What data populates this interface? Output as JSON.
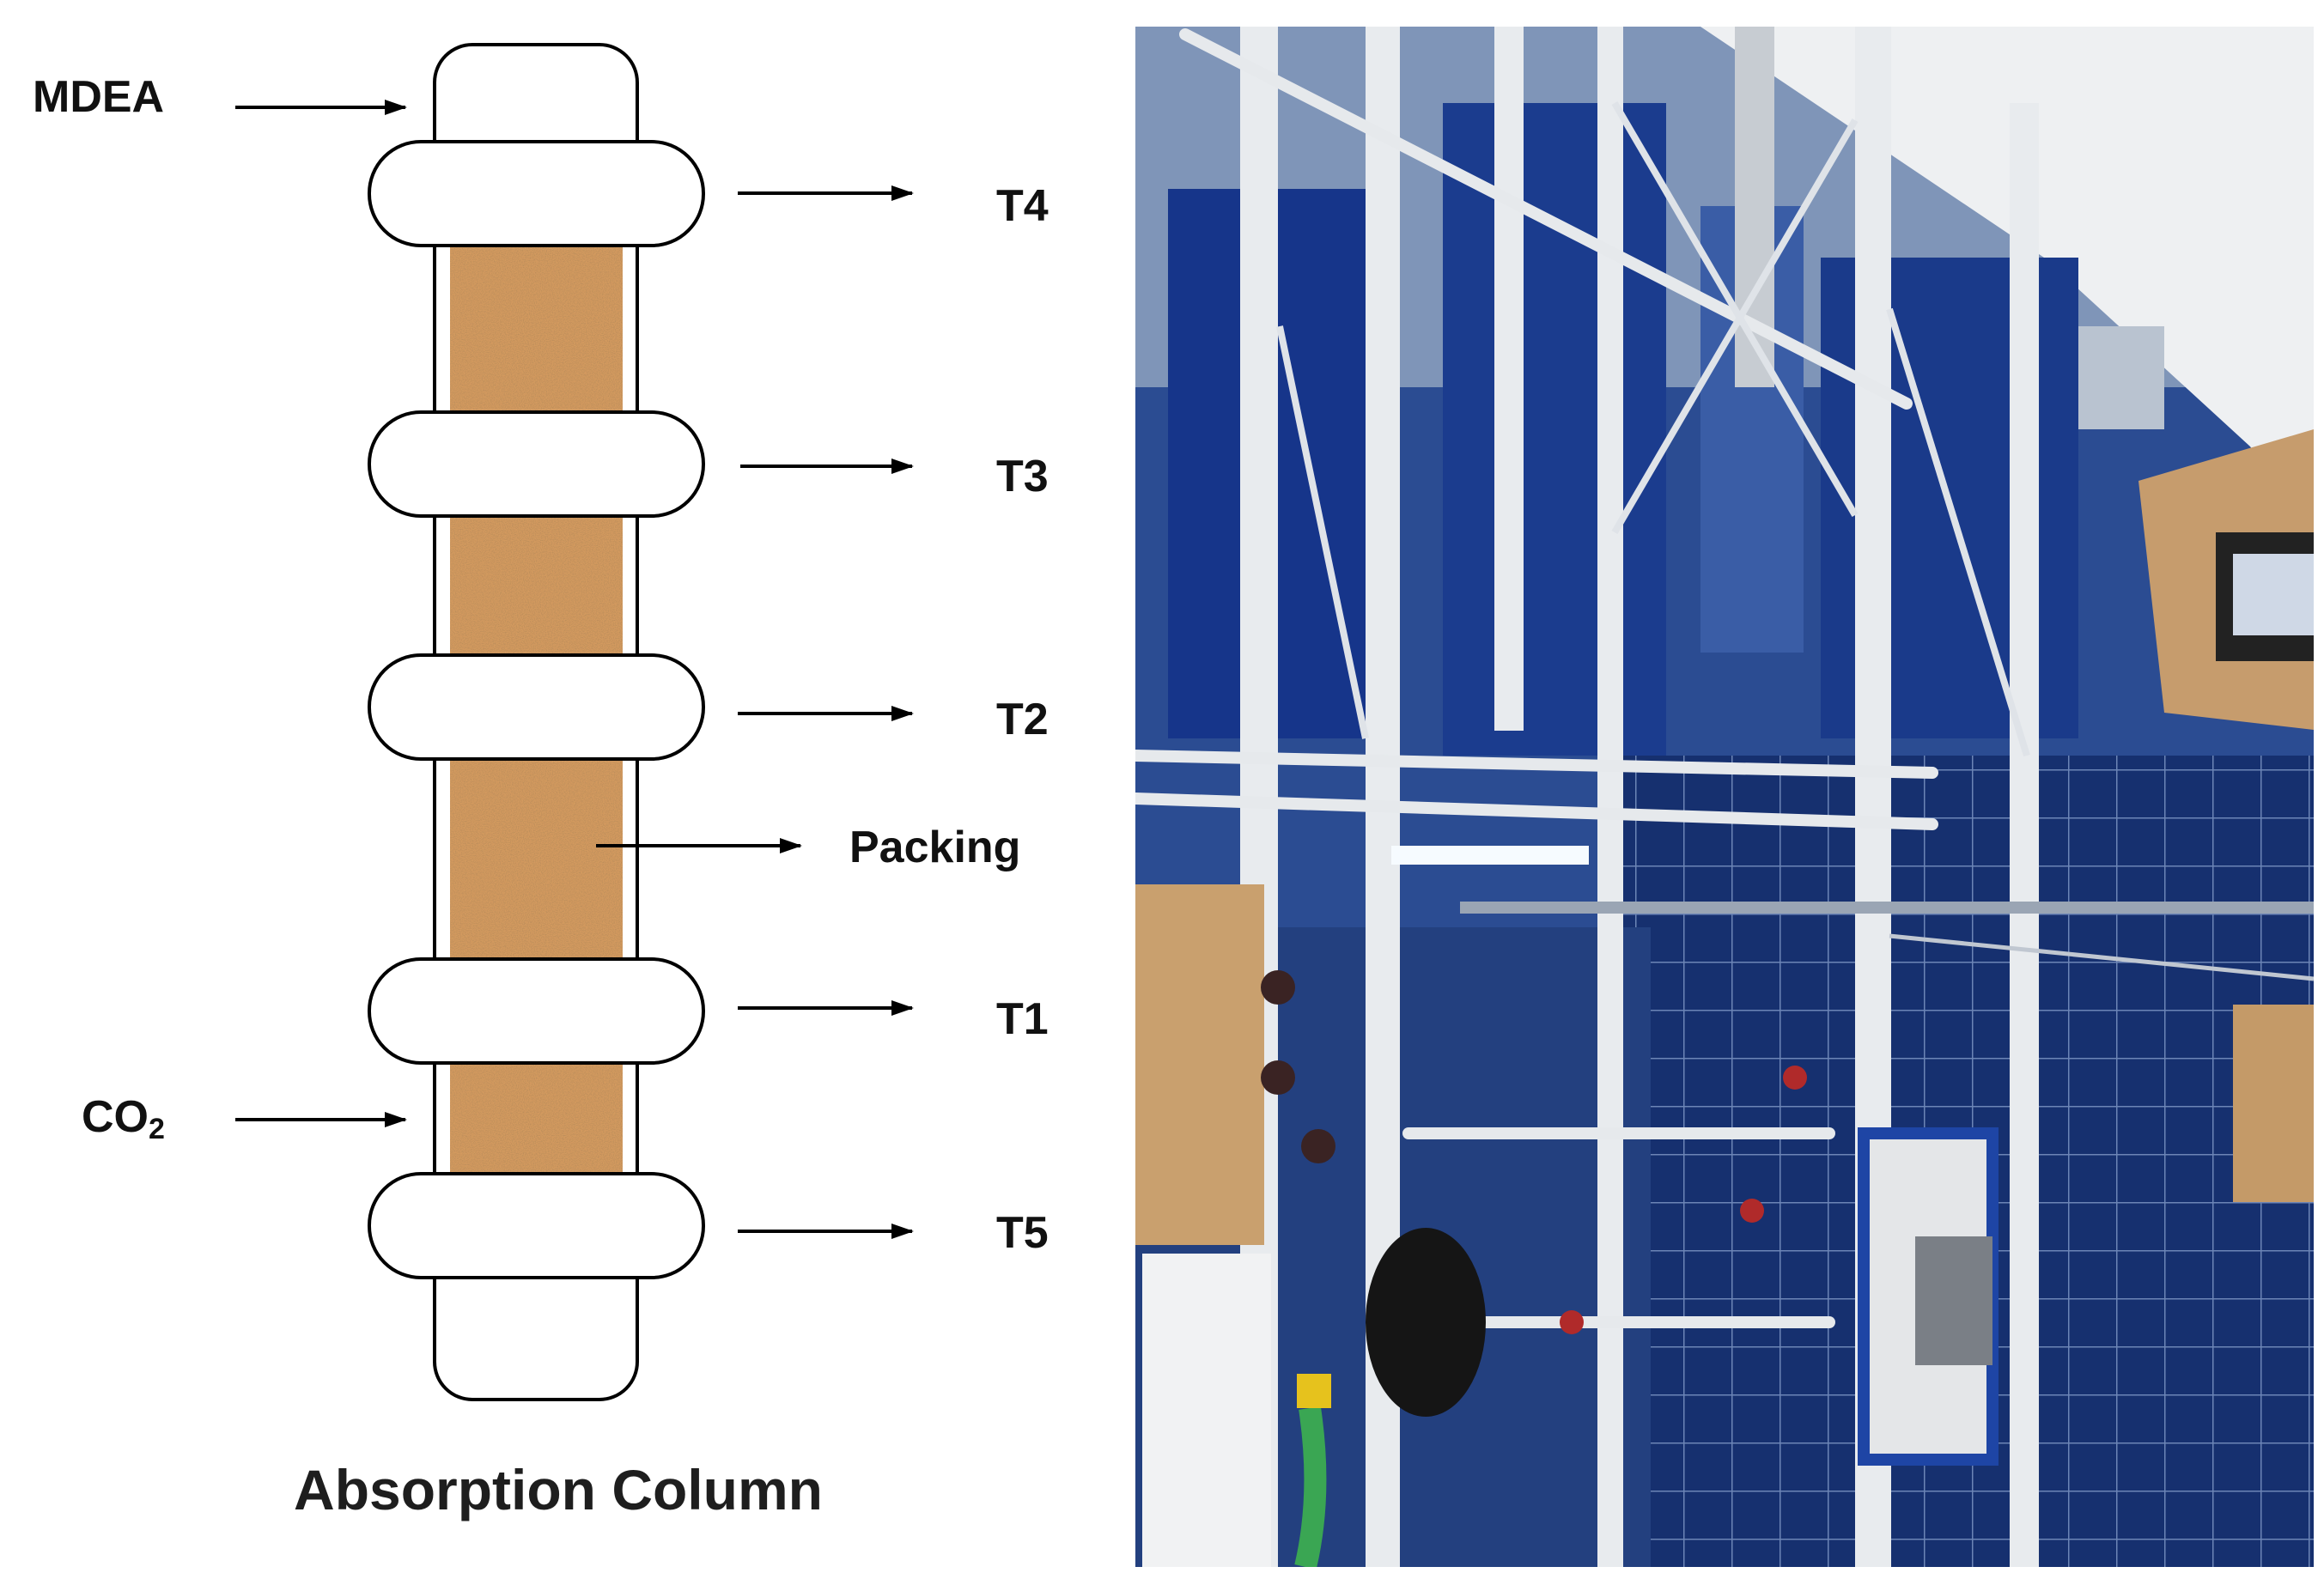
{
  "colors": {
    "background": "#ffffff",
    "outline": "#000000",
    "packing": "#d39a5e",
    "text": "#111111"
  },
  "diagram": {
    "inlet_top": "MDEA",
    "inlet_bottom": {
      "main": "CO",
      "subscript": "2"
    },
    "outlets": {
      "t4": "T4",
      "t3": "T3",
      "t2": "T2",
      "t1": "T1",
      "t5": "T5"
    },
    "packing_label": "Packing",
    "title": "Absorption Column"
  }
}
